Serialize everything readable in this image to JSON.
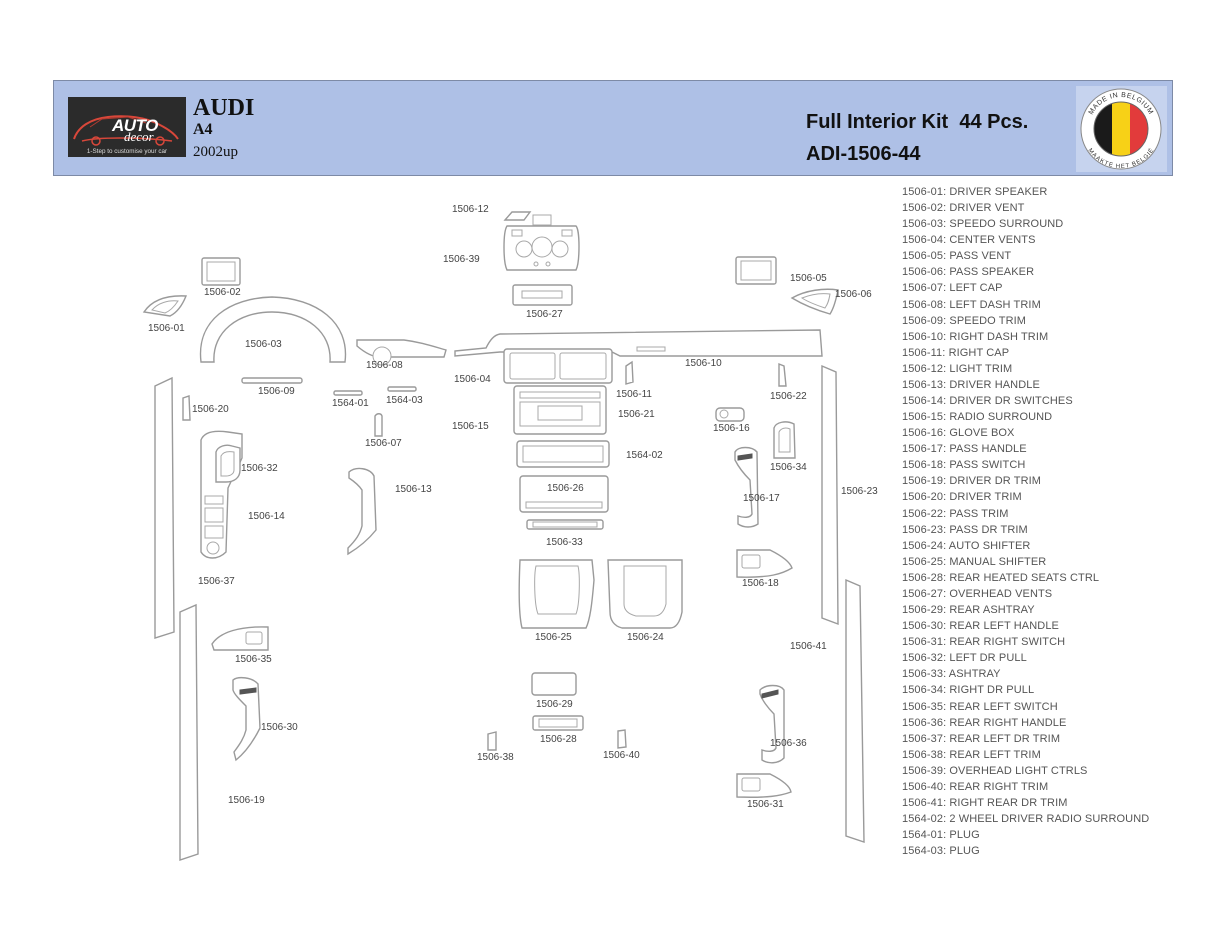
{
  "header": {
    "logo": {
      "brand_line1": "AUTO",
      "brand_line2": "decor",
      "tagline": "1-Step to customise your car",
      "icon": "car-silhouette-icon"
    },
    "make": "AUDI",
    "model": "A4",
    "years": "2002up",
    "kit_title": "Full Interior Kit  44 Pcs.",
    "kit_code": "ADI-1506-44",
    "seal": {
      "top_text": "MADE IN BELGIUM",
      "bottom_text": "MAAKTE HET BELGIË",
      "icon": "belgian-flag-seal-icon",
      "colors": {
        "black": "#1a1a1a",
        "yellow": "#f7d117",
        "red": "#e23b3b"
      }
    },
    "background": "#aec0e6"
  },
  "parts": {
    "p1506_01": "1506-01",
    "p1506_02": "1506-02",
    "p1506_03": "1506-03",
    "p1506_04": "1506-04",
    "p1506_05": "1506-05",
    "p1506_06": "1506-06",
    "p1506_07": "1506-07",
    "p1506_08": "1506-08",
    "p1506_09": "1506-09",
    "p1506_10": "1506-10",
    "p1506_11": "1506-11",
    "p1506_12": "1506-12",
    "p1506_13": "1506-13",
    "p1506_14": "1506-14",
    "p1506_15": "1506-15",
    "p1506_16": "1506-16",
    "p1506_17": "1506-17",
    "p1506_18": "1506-18",
    "p1506_19": "1506-19",
    "p1506_20": "1506-20",
    "p1506_21": "1506-21",
    "p1506_22": "1506-22",
    "p1506_23": "1506-23",
    "p1506_24": "1506-24",
    "p1506_25": "1506-25",
    "p1506_26": "1506-26",
    "p1506_27": "1506-27",
    "p1506_28": "1506-28",
    "p1506_29": "1506-29",
    "p1506_30": "1506-30",
    "p1506_31": "1506-31",
    "p1506_32": "1506-32",
    "p1506_33": "1506-33",
    "p1506_34": "1506-34",
    "p1506_35": "1506-35",
    "p1506_36": "1506-36",
    "p1506_37": "1506-37",
    "p1506_38": "1506-38",
    "p1506_39": "1506-39",
    "p1506_40": "1506-40",
    "p1506_41": "1506-41",
    "p1564_01": "1564-01",
    "p1564_02": "1564-02",
    "p1564_03": "1564-03"
  },
  "legend": [
    "1506-01: DRIVER SPEAKER",
    "1506-02: DRIVER VENT",
    "1506-03: SPEEDO SURROUND",
    "1506-04: CENTER VENTS",
    "1506-05: PASS VENT",
    "1506-06: PASS SPEAKER",
    "1506-07: LEFT CAP",
    "1506-08: LEFT DASH TRIM",
    "1506-09: SPEEDO TRIM",
    "1506-10: RIGHT DASH TRIM",
    "1506-11: RIGHT CAP",
    "1506-12: LIGHT TRIM",
    "1506-13: DRIVER HANDLE",
    "1506-14: DRIVER DR SWITCHES",
    "1506-15: RADIO SURROUND",
    "1506-16: GLOVE BOX",
    "1506-17: PASS HANDLE",
    "1506-18: PASS SWITCH",
    "1506-19: DRIVER DR TRIM",
    "1506-20: DRIVER TRIM",
    "1506-22: PASS TRIM",
    "1506-23: PASS DR TRIM",
    "1506-24: AUTO SHIFTER",
    "1506-25: MANUAL SHIFTER",
    "1506-28: REAR HEATED SEATS CTRL",
    "1506-27: OVERHEAD VENTS",
    "1506-29: REAR ASHTRAY",
    "1506-30: REAR LEFT HANDLE",
    "1506-31: REAR RIGHT SWITCH",
    "1506-32: LEFT DR PULL",
    "1506-33: ASHTRAY",
    "1506-34: RIGHT DR PULL",
    "1506-35: REAR LEFT SWITCH",
    "1506-36: REAR RIGHT HANDLE",
    "1506-37: REAR LEFT DR TRIM",
    "1506-38: REAR LEFT TRIM",
    "1506-39: OVERHEAD LIGHT CTRLS",
    "1506-40: REAR RIGHT TRIM",
    "1506-41: RIGHT REAR DR TRIM",
    "1564-02: 2 WHEEL DRIVER RADIO SURROUND",
    "1564-01: PLUG",
    "1564-03: PLUG"
  ]
}
